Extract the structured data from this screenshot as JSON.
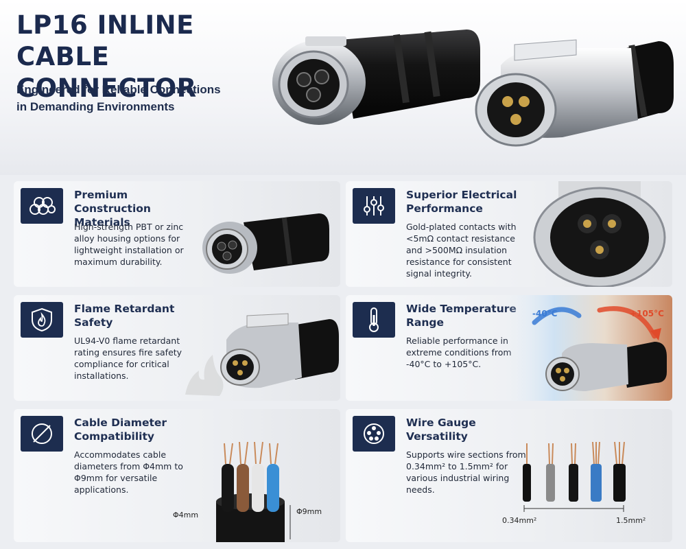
{
  "hero": {
    "title_line1": "LP16 INLINE",
    "title_line2": "CABLE CONNECTOR",
    "subtitle_line1": "Engineered for Reliable Connections",
    "subtitle_line2": "in Demanding Environments"
  },
  "features": [
    {
      "title": "Premium Construction Materials",
      "text": "High-strength PBT or zinc alloy housing options for lightweight installation or maximum durability.",
      "icon": "materials-icon"
    },
    {
      "title": "Superior Electrical Performance",
      "text": "Gold-plated contacts with <5mΩ contact resistance and >500MΩ insulation resistance for consistent signal integrity.",
      "icon": "sliders-icon"
    },
    {
      "title": "Flame Retardant Safety",
      "text": "UL94-V0 flame retardant rating ensures fire safety compliance for critical installations.",
      "icon": "flame-shield-icon"
    },
    {
      "title": "Wide Temperature Range",
      "text": "Reliable performance in extreme conditions from -40°C to +105°C.",
      "icon": "thermometer-icon",
      "cold_label": "-40°C",
      "hot_label": "+105°C"
    },
    {
      "title": "Cable Diameter Compatibility",
      "text": "Accommodates cable diameters from Φ4mm to Φ9mm for versatile applications.",
      "icon": "diameter-icon",
      "min_label": "Φ4mm",
      "max_label": "Φ9mm"
    },
    {
      "title": "Wire Gauge Versatility",
      "text": "Supports wire sections from 0.34mm² to 1.5mm² for various industrial wiring needs.",
      "icon": "wire-gauge-icon",
      "min_label": "0.34mm²",
      "max_label": "1.5mm²"
    }
  ],
  "colors": {
    "navy": "#1d2d4f",
    "cold": "#3a7bd5",
    "hot": "#e04a2a",
    "gold": "#c9a24a"
  }
}
